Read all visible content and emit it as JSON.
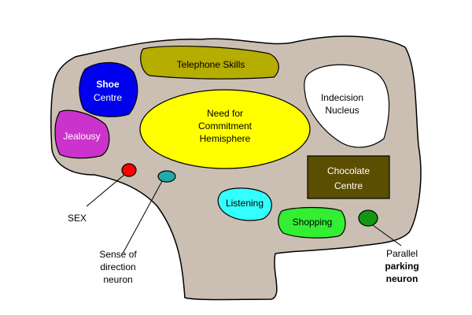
{
  "regions": {
    "telephone": {
      "text": "Telephone Skills",
      "color": "#b5ad00"
    },
    "shoe": {
      "line1": "Shoe",
      "line2": "Centre",
      "color": "#0000ee"
    },
    "jealousy": {
      "text": "Jealousy",
      "color": "#cc33cc"
    },
    "commitment": {
      "line1": "Need for",
      "line2": "Commitment",
      "line3": "Hemisphere",
      "color": "#ffff00"
    },
    "indecision": {
      "line1": "Indecision",
      "line2": "Nucleus",
      "color": "#ffffff"
    },
    "chocolate": {
      "line1": "Chocolate",
      "line2": "Centre",
      "color": "#5c4e00"
    },
    "listening": {
      "text": "Listening",
      "color": "#33ffff"
    },
    "shopping": {
      "text": "Shopping",
      "color": "#33ee33"
    },
    "sex": {
      "color": "#ff0000"
    },
    "direction": {
      "color": "#22aaaa"
    },
    "parking": {
      "color": "#119911"
    }
  },
  "callouts": {
    "sex": {
      "text": "SEX"
    },
    "direction": {
      "line1": "Sense of",
      "line2": "direction",
      "line3": "neuron"
    },
    "parking": {
      "line1": "Parallel",
      "line2": "parking",
      "line3": "neuron"
    }
  },
  "brain_color": "#cbbfb3"
}
